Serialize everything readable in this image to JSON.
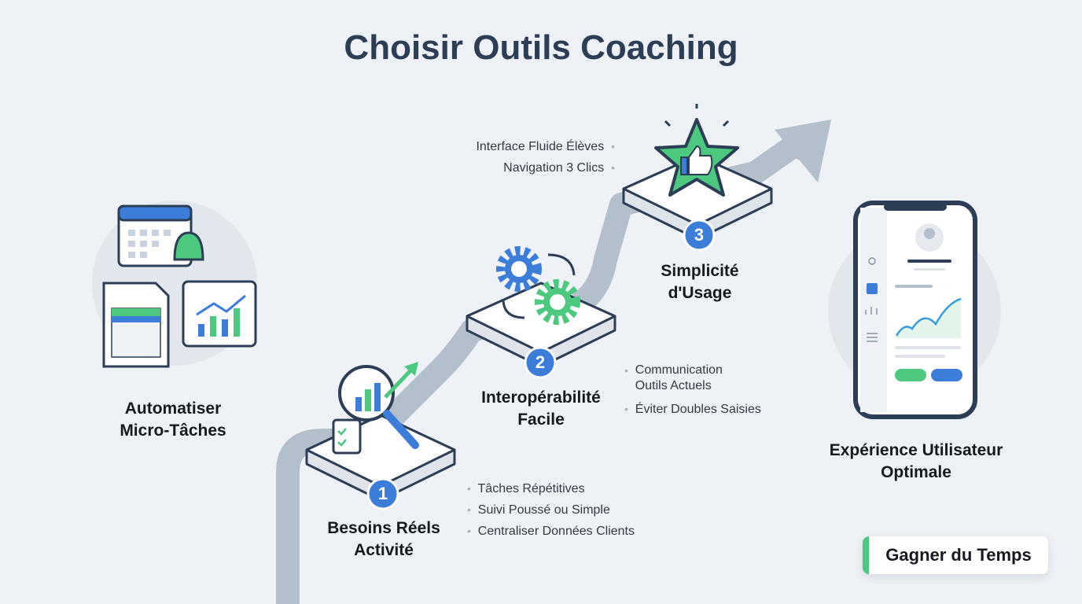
{
  "title": "Choisir Outils Coaching",
  "left": {
    "label_line1": "Automatiser",
    "label_line2": "Micro-Tâches"
  },
  "steps": [
    {
      "number": "1",
      "label_line1": "Besoins Réels",
      "label_line2": "Activité",
      "bullets": [
        "Tâches Répétitives",
        "Suivi Poussé ou Simple",
        "Centraliser Données Clients"
      ]
    },
    {
      "number": "2",
      "label_line1": "Interopérabilité",
      "label_line2": "Facile",
      "bullets": [
        "Communication Outils Actuels",
        "Éviter Doubles Saisies"
      ]
    },
    {
      "number": "3",
      "label_line1": "Simplicité",
      "label_line2": "d'Usage",
      "bullets": [
        "Interface Fluide Élèves",
        "Navigation 3 Clics"
      ]
    }
  ],
  "right": {
    "label_line1": "Expérience Utilisateur",
    "label_line2": "Optimale"
  },
  "cta": "Gagner du Temps",
  "colors": {
    "blue": "#3b7dd8",
    "green": "#4cc97f",
    "navy": "#2c3e55",
    "path": "#b4bfcc"
  }
}
